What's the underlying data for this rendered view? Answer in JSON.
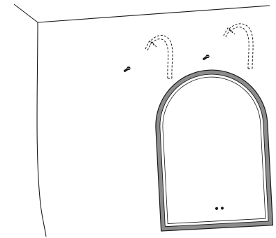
{
  "figure": {
    "kind": "installation-illustration",
    "line_color": "#1a1a1a",
    "frame_color": "#8c8c8c",
    "background": "#ffffff"
  },
  "elements": {
    "screws": 2,
    "mounting_arrows": 2,
    "mirror_shape": "arched",
    "mirror_indicator_dots": 2
  }
}
